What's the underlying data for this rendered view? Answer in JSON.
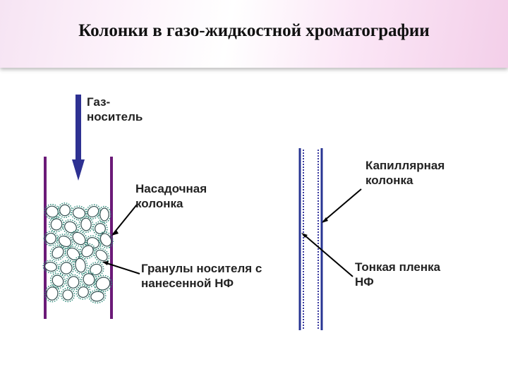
{
  "title": "Колонки в газо-жидкостной хроматографии",
  "labels": {
    "carrier_gas": [
      "Газ-",
      "носитель"
    ],
    "packed_column": [
      "Насадочная",
      "колонка"
    ],
    "granules": [
      "Гранулы носителя с",
      "нанесенной НФ"
    ],
    "capillary_column": [
      "Капиллярная",
      "колонка"
    ],
    "thin_film": [
      "Тонкая пленка",
      "НФ"
    ]
  },
  "colors": {
    "packed_wall": "#6b1a78",
    "capillary_wall": "#283593",
    "arrow": "#2e3192",
    "granule_fill": "#ffffff",
    "granule_stroke": "#2f4f4f",
    "granule_dots": "#2e8b7a",
    "film_dots": "#3a3aa0"
  }
}
